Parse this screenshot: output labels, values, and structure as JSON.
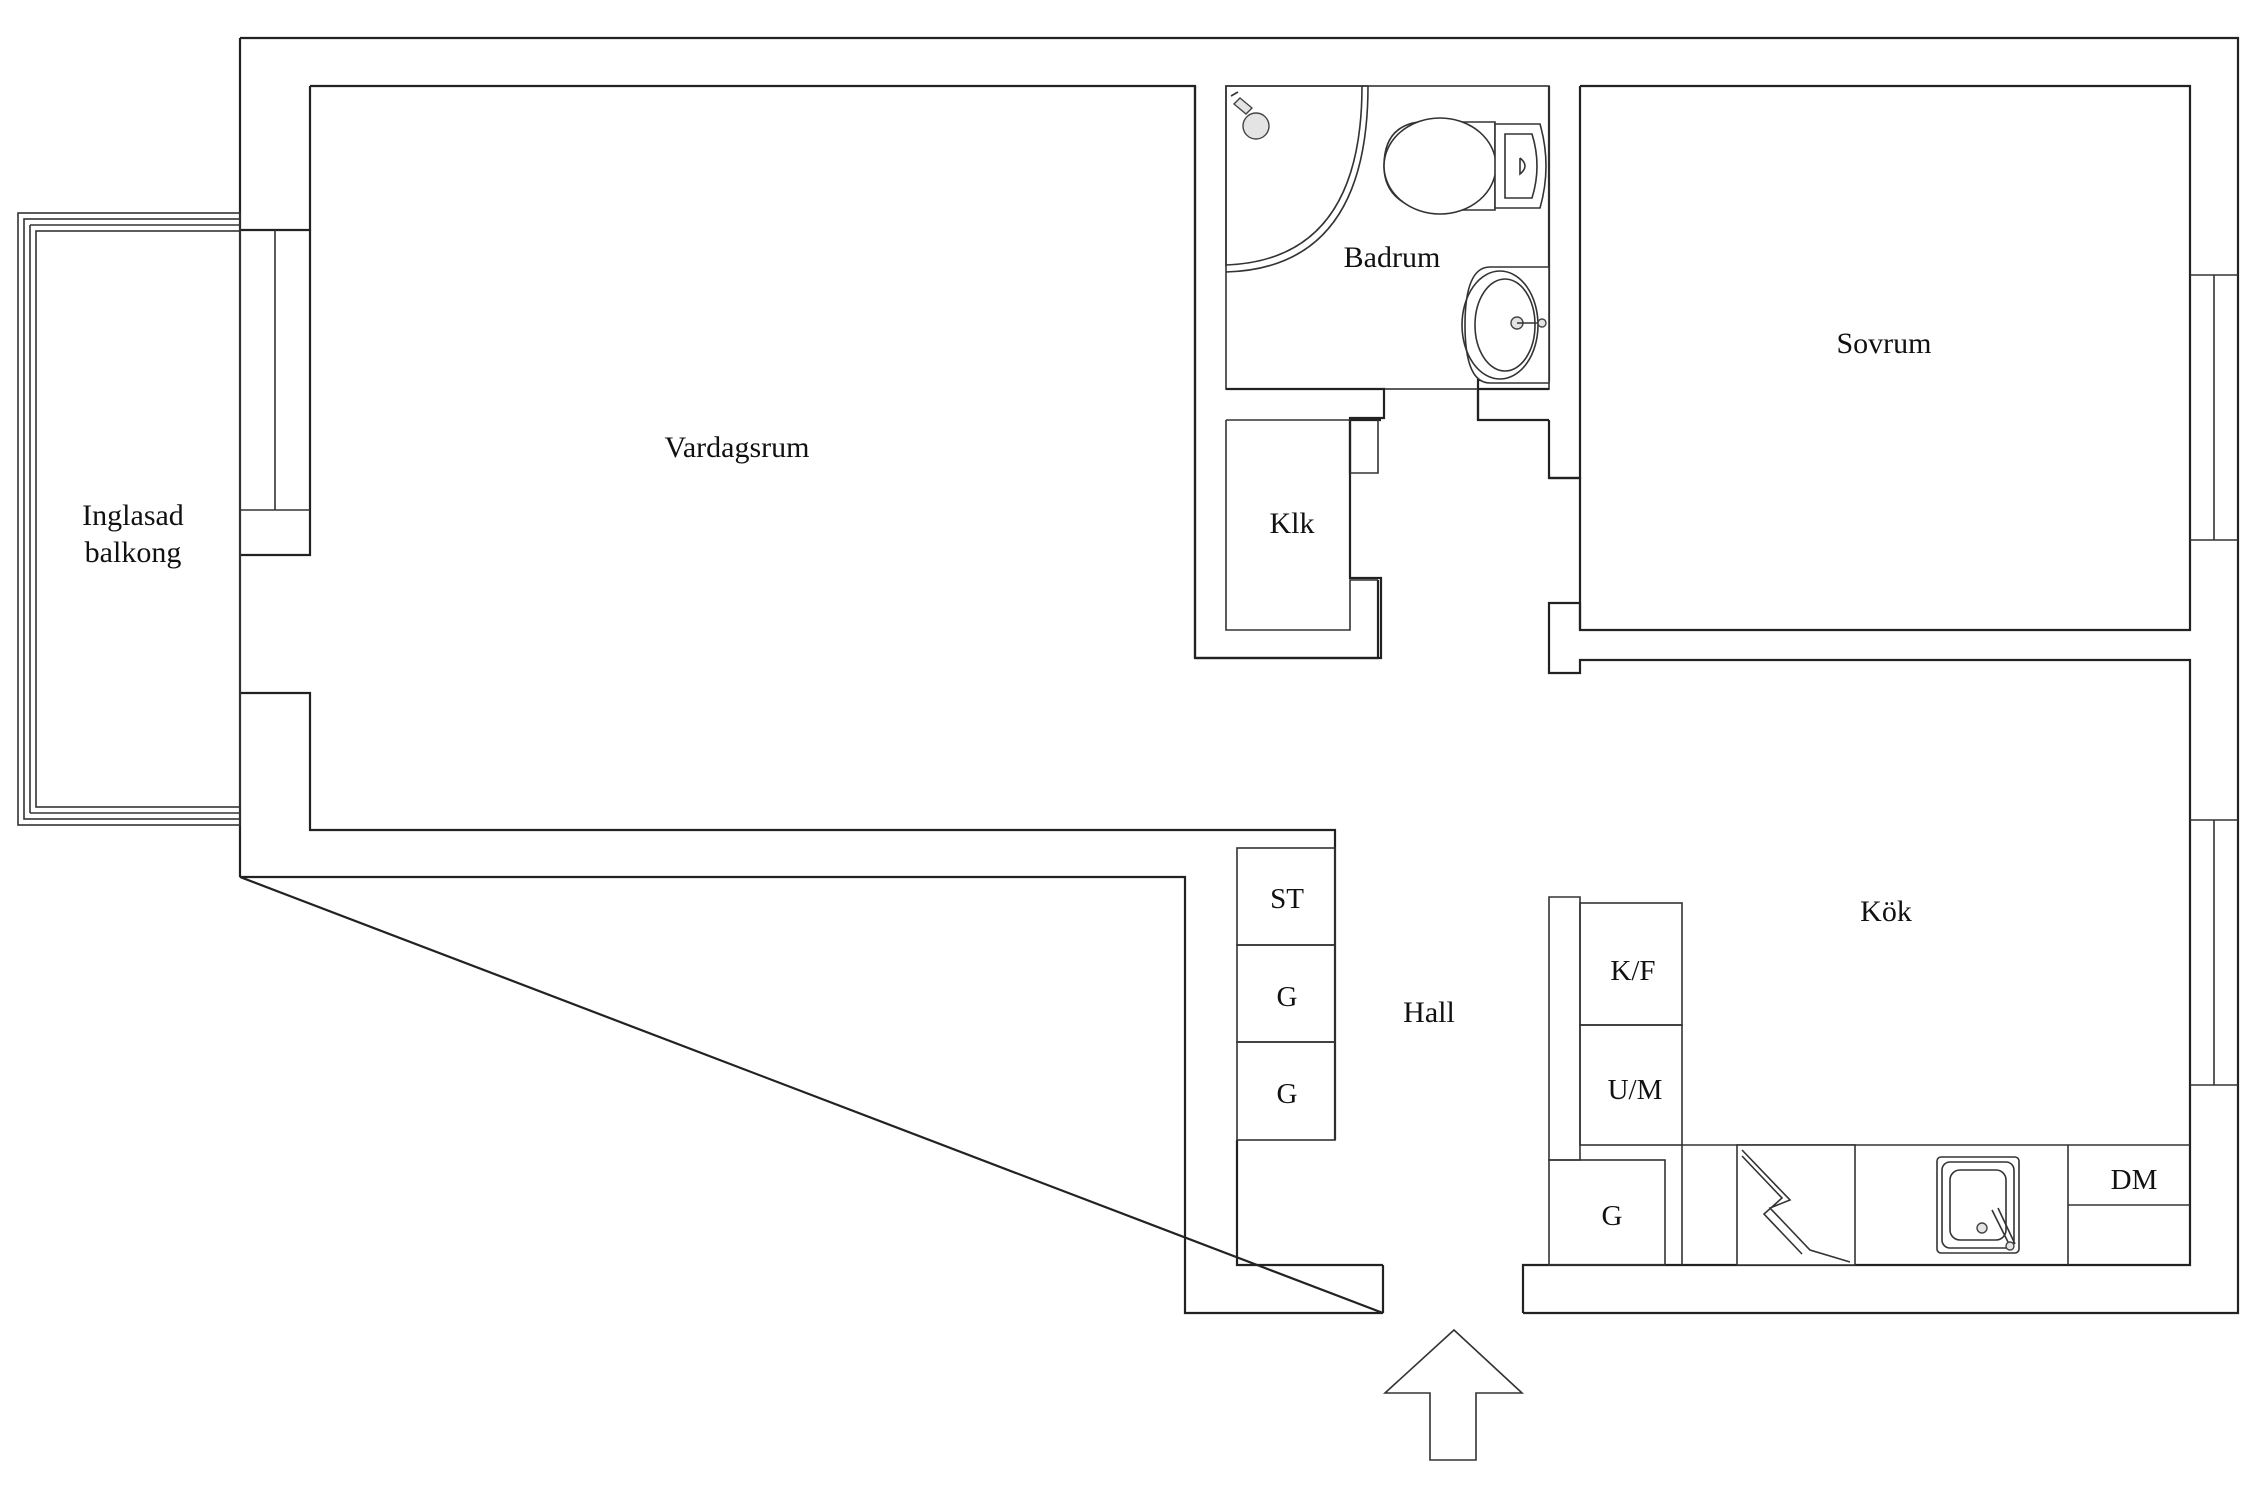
{
  "rooms": {
    "vardagsrum": "Vardagsrum",
    "balkong_line1": "Inglasad",
    "balkong_line2": "balkong",
    "badrum": "Badrum",
    "sovrum": "Sovrum",
    "klk": "Klk",
    "hall": "Hall",
    "kok": "Kök"
  },
  "units": {
    "st": "ST",
    "g_hall_1": "G",
    "g_hall_2": "G",
    "kf": "K/F",
    "um": "U/M",
    "g_kitchen": "G",
    "dm": "DM"
  },
  "icons": {
    "entrance": "up-arrow-icon",
    "stove": "stove-icon",
    "sink": "kitchen-sink-icon",
    "toilet": "toilet-icon",
    "washbasin": "washbasin-icon",
    "shower": "shower-head-icon"
  },
  "colors": {
    "line": "#222222",
    "background": "#ffffff"
  }
}
